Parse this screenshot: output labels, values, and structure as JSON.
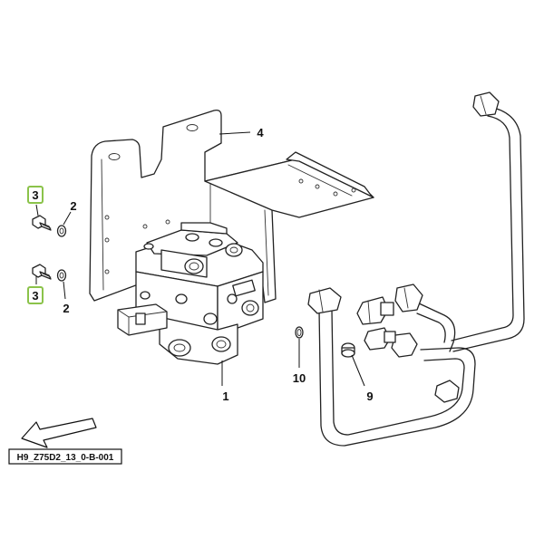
{
  "callouts": [
    {
      "id": "1",
      "label": "1",
      "highlighted": false
    },
    {
      "id": "2a",
      "label": "2",
      "highlighted": false
    },
    {
      "id": "2b",
      "label": "2",
      "highlighted": false
    },
    {
      "id": "3a",
      "label": "3",
      "highlighted": true
    },
    {
      "id": "3b",
      "label": "3",
      "highlighted": true
    },
    {
      "id": "4",
      "label": "4",
      "highlighted": false
    },
    {
      "id": "9",
      "label": "9",
      "highlighted": false
    },
    {
      "id": "10",
      "label": "10",
      "highlighted": false
    }
  ],
  "reference_code": "H9_Z75D2_13_0-B-001",
  "highlight_color": "#8bc34a",
  "icons": {
    "direction": "arrow-left-down-icon"
  }
}
